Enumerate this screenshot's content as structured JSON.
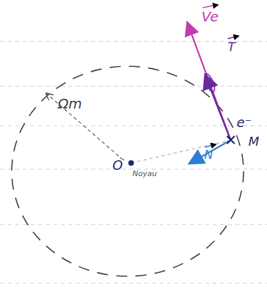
{
  "diagram": {
    "labels": [
      "Ωm",
      "Ve",
      "T",
      "e⁻",
      "M",
      "N",
      "O",
      "Noyau"
    ]
  }
}
